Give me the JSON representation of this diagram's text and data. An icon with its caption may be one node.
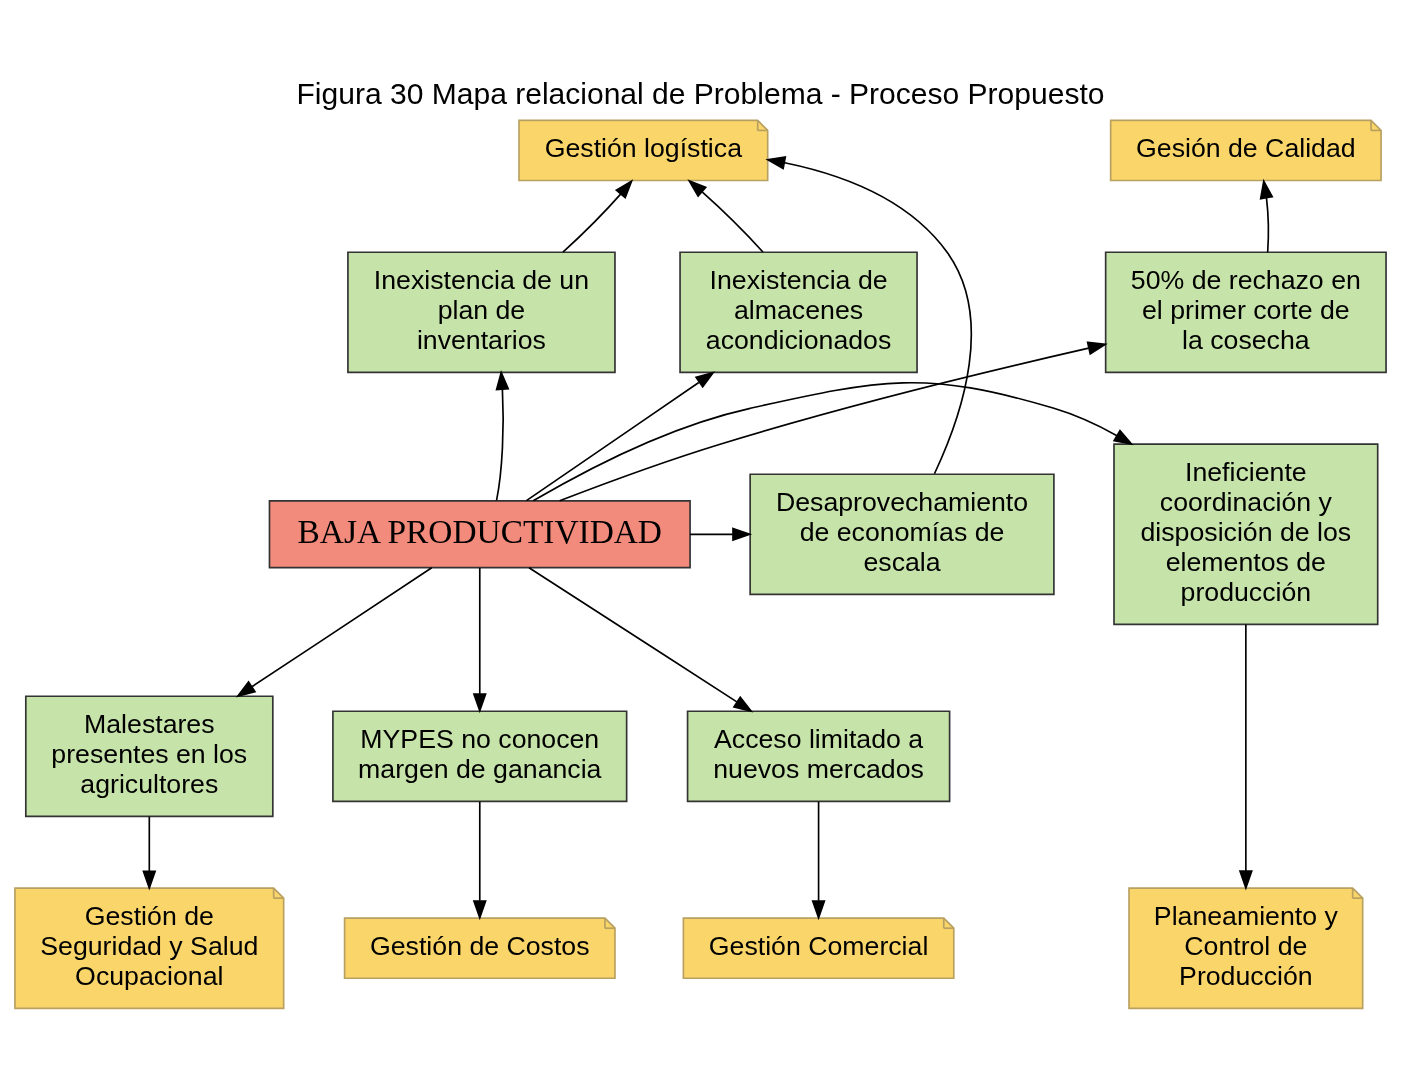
{
  "diagram": {
    "title": "Figura 30 Mapa relacional de Problema - Proceso Propuesto",
    "nodes": [
      {
        "text": [
          "BAJA PRODUCTIVIDAD"
        ]
      },
      {
        "text": [
          "Gestión logística"
        ]
      },
      {
        "text": [
          "Inexistencia de un plan de inventarios"
        ]
      },
      {
        "text": [
          "Gesión de Calidad"
        ]
      },
      {
        "text": [
          "Inexistencia de almacenes acondicionados"
        ]
      },
      {
        "text": [
          "50% de rechazo en el primer corte de la cosecha"
        ]
      },
      {
        "text": [
          "Desaprovechamiento de economías de escala"
        ]
      },
      {
        "text": [
          "Ineficiente coordinación y disposición de los elementos de producción"
        ]
      },
      {
        "text": [
          "Gestión Comercial"
        ]
      },
      {
        "text": [
          "Acceso limitado a nuevos mercados"
        ]
      },
      {
        "text": [
          "Malestares presentes en los agricultores"
        ]
      },
      {
        "text": [
          "MYPES no conocen margen de ganancia"
        ]
      },
      {
        "text": [
          "Planeamiento y Control de Producción"
        ]
      },
      {
        "text": [
          "Gestión de Seguridad y Salud Ocupacional"
        ]
      },
      {
        "text": [
          "Gestión de Costos"
        ]
      }
    ],
    "edges": [
      {
        "from": 0,
        "to": 2,
        "arrow": "to"
      },
      {
        "from": 0,
        "to": 4,
        "arrow": "to"
      },
      {
        "from": 0,
        "to": 5,
        "arrow": "to"
      },
      {
        "from": 0,
        "to": 6,
        "arrow": "to"
      },
      {
        "from": 0,
        "to": 7,
        "arrow": "to"
      },
      {
        "from": 0,
        "to": 9,
        "arrow": "to"
      },
      {
        "from": 0,
        "to": 10,
        "arrow": "to"
      },
      {
        "from": 0,
        "to": 11,
        "arrow": "to"
      },
      {
        "from": 2,
        "to": 1,
        "arrow": "to"
      },
      {
        "from": 4,
        "to": 1,
        "arrow": "to"
      },
      {
        "from": 6,
        "to": 1,
        "arrow": "to"
      },
      {
        "from": 5,
        "to": 3,
        "arrow": "to"
      },
      {
        "from": 7,
        "to": 12,
        "arrow": "to"
      },
      {
        "from": 9,
        "to": 8,
        "arrow": "to"
      },
      {
        "from": 10,
        "to": 13,
        "arrow": "to"
      },
      {
        "from": 11,
        "to": 14,
        "arrow": "to"
      }
    ]
  }
}
